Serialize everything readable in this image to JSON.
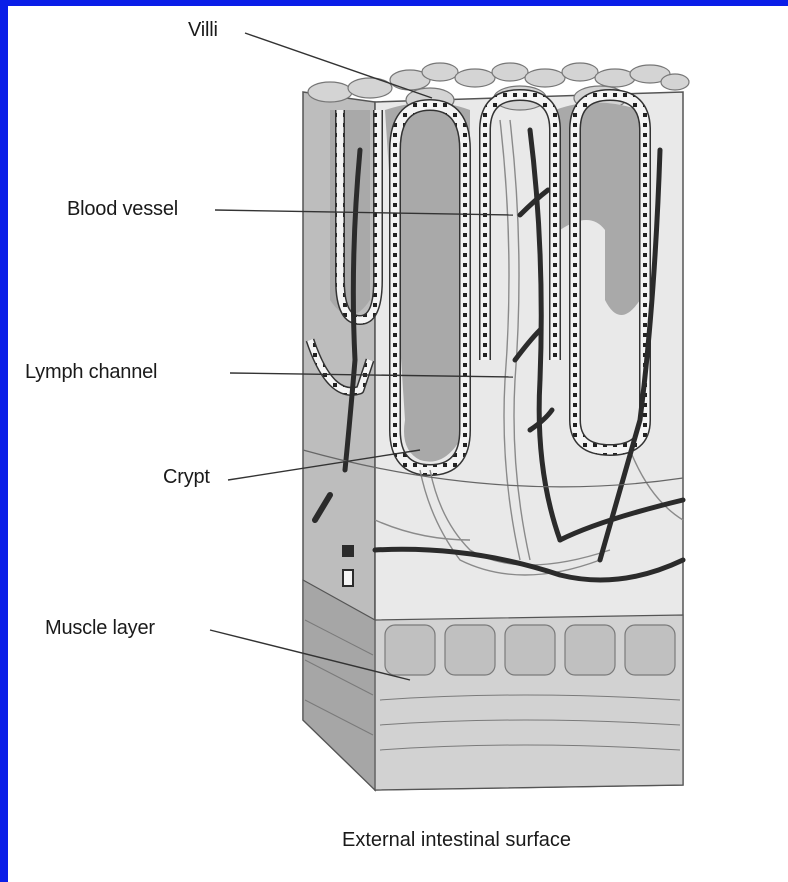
{
  "labels": {
    "villi": "Villi",
    "blood_vessel": "Blood vessel",
    "lymph_channel": "Lymph channel",
    "crypt": "Crypt",
    "muscle_layer": "Muscle layer"
  },
  "caption": "External intestinal surface",
  "colors": {
    "frame_border": "#0a1ee8",
    "tissue_light": "#e8e8e8",
    "tissue_mid": "#c7c7c7",
    "tissue_dark": "#9a9a9a",
    "vessel": "#2b2b2b"
  }
}
